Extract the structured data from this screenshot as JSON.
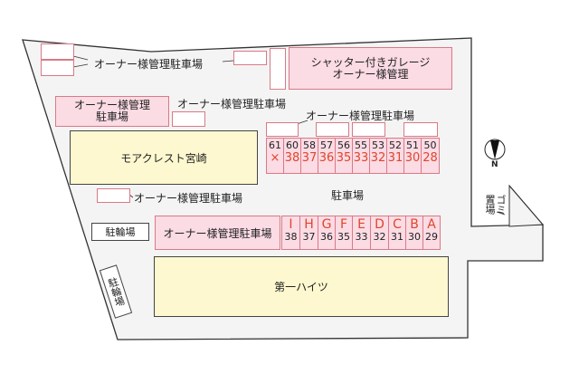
{
  "colors": {
    "ground": "#f4f4f4",
    "owner_parking_fill": "#fbdbe4",
    "owner_parking_border": "#d97a86",
    "building_fill": "#fdf8cf",
    "slot_number_red": "#e0452b"
  },
  "labels": {
    "owner_parking_top": "オーナー様管理駐車場",
    "garage_line1": "シャッター付きガレージ",
    "garage_line2": "オーナー様管理",
    "owner_box_left_line1": "オーナー様管理",
    "owner_box_left_line2": "駐車場",
    "owner_parking_mid": "オーナー様管理駐車場",
    "owner_parking_row": "オーナー様管理駐車場",
    "owner_parking_lower_left": "オーナー様管理駐車場",
    "owner_parking_bottom_box": "オーナー様管理駐車場",
    "building_north": "モアクレスト宮崎",
    "building_south": "第一ハイツ",
    "parking_area": "駐車場",
    "bicycle_parking_1": "駐輪場",
    "bicycle_parking_2": "駐輪場",
    "garbage_area": "ゴミ置場",
    "north_label": "N"
  },
  "upper_slots": [
    {
      "number": "61",
      "assigned": "×"
    },
    {
      "number": "60",
      "assigned": "38"
    },
    {
      "number": "58",
      "assigned": "37"
    },
    {
      "number": "57",
      "assigned": "36"
    },
    {
      "number": "56",
      "assigned": "35"
    },
    {
      "number": "55",
      "assigned": "33"
    },
    {
      "number": "53",
      "assigned": "32"
    },
    {
      "number": "52",
      "assigned": "31"
    },
    {
      "number": "51",
      "assigned": "30"
    },
    {
      "number": "50",
      "assigned": "28"
    }
  ],
  "lower_slots": [
    {
      "letter": "I",
      "number": "38"
    },
    {
      "letter": "H",
      "number": "37"
    },
    {
      "letter": "G",
      "number": "36"
    },
    {
      "letter": "F",
      "number": "35"
    },
    {
      "letter": "E",
      "number": "33"
    },
    {
      "letter": "D",
      "number": "32"
    },
    {
      "letter": "C",
      "number": "31"
    },
    {
      "letter": "B",
      "number": "30"
    },
    {
      "letter": "A",
      "number": "29"
    }
  ]
}
